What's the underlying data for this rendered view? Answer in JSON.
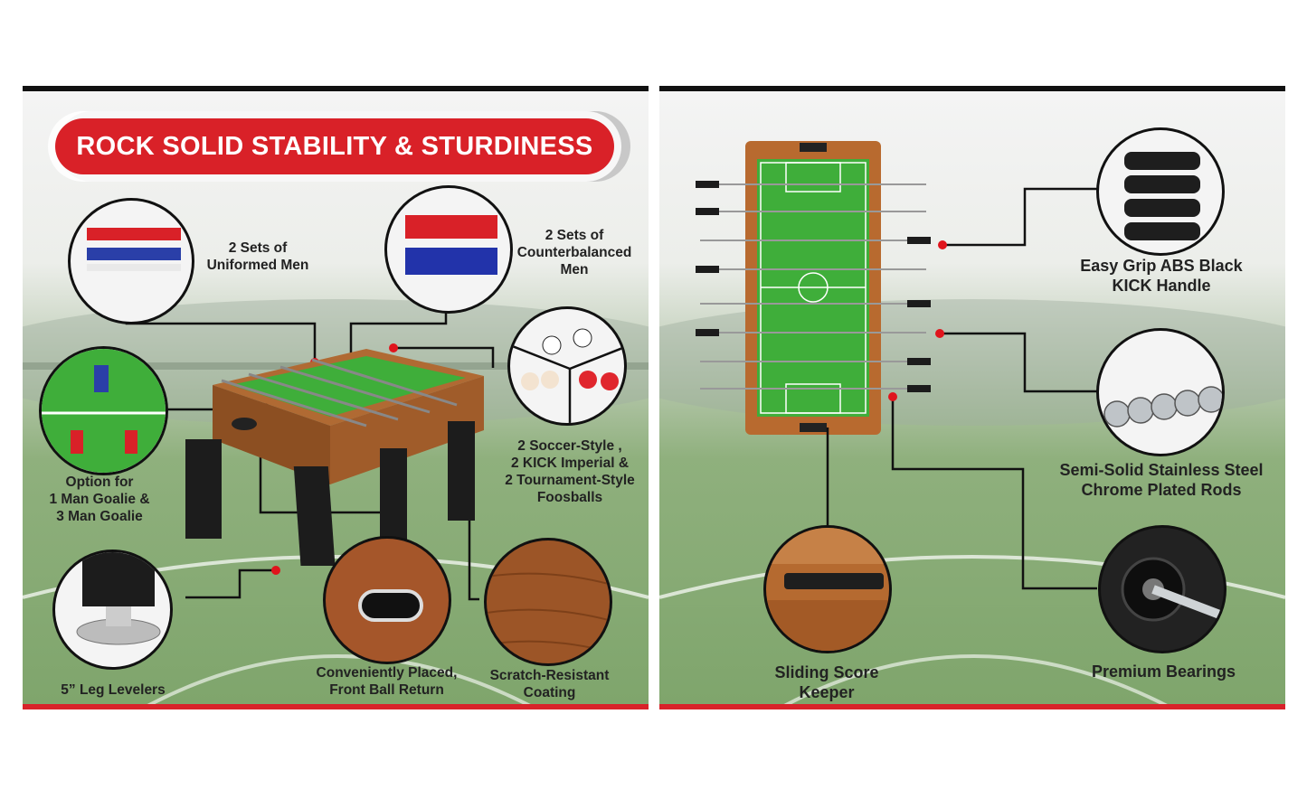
{
  "left_panel": {
    "banner": "ROCK SOLID STABILITY & STURDINESS",
    "features": [
      {
        "id": "uniformed-men",
        "lines": [
          "2 Sets of",
          "Uniformed Men"
        ]
      },
      {
        "id": "counterbalanced-men",
        "lines": [
          "2 Sets of",
          "Counterbalanced",
          "Men"
        ]
      },
      {
        "id": "goalie-option",
        "lines": [
          "Option for",
          "1 Man Goalie &",
          "3 Man Goalie"
        ]
      },
      {
        "id": "foosballs",
        "lines": [
          "2 Soccer-Style ,",
          "2 KICK Imperial &",
          "2 Tournament-Style",
          "Foosballs"
        ]
      },
      {
        "id": "leg-levelers",
        "lines": [
          "5” Leg Levelers"
        ]
      },
      {
        "id": "ball-return",
        "lines": [
          "Conveniently Placed,",
          "Front Ball Return"
        ]
      },
      {
        "id": "coating",
        "lines": [
          "Scratch-Resistant",
          "Coating"
        ]
      }
    ]
  },
  "right_panel": {
    "features": [
      {
        "id": "handle",
        "lines": [
          "Easy Grip ABS Black",
          "KICK Handle"
        ]
      },
      {
        "id": "rods",
        "lines": [
          "Semi-Solid Stainless Steel",
          "Chrome Plated Rods"
        ]
      },
      {
        "id": "score-keeper",
        "lines": [
          "Sliding Score",
          "Keeper"
        ]
      },
      {
        "id": "bearings",
        "lines": [
          "Premium Bearings"
        ]
      }
    ]
  },
  "colors": {
    "accent_red": "#d92128",
    "wood": "#a8602c",
    "field_green": "#3fae3a",
    "frame_black": "#111111"
  }
}
